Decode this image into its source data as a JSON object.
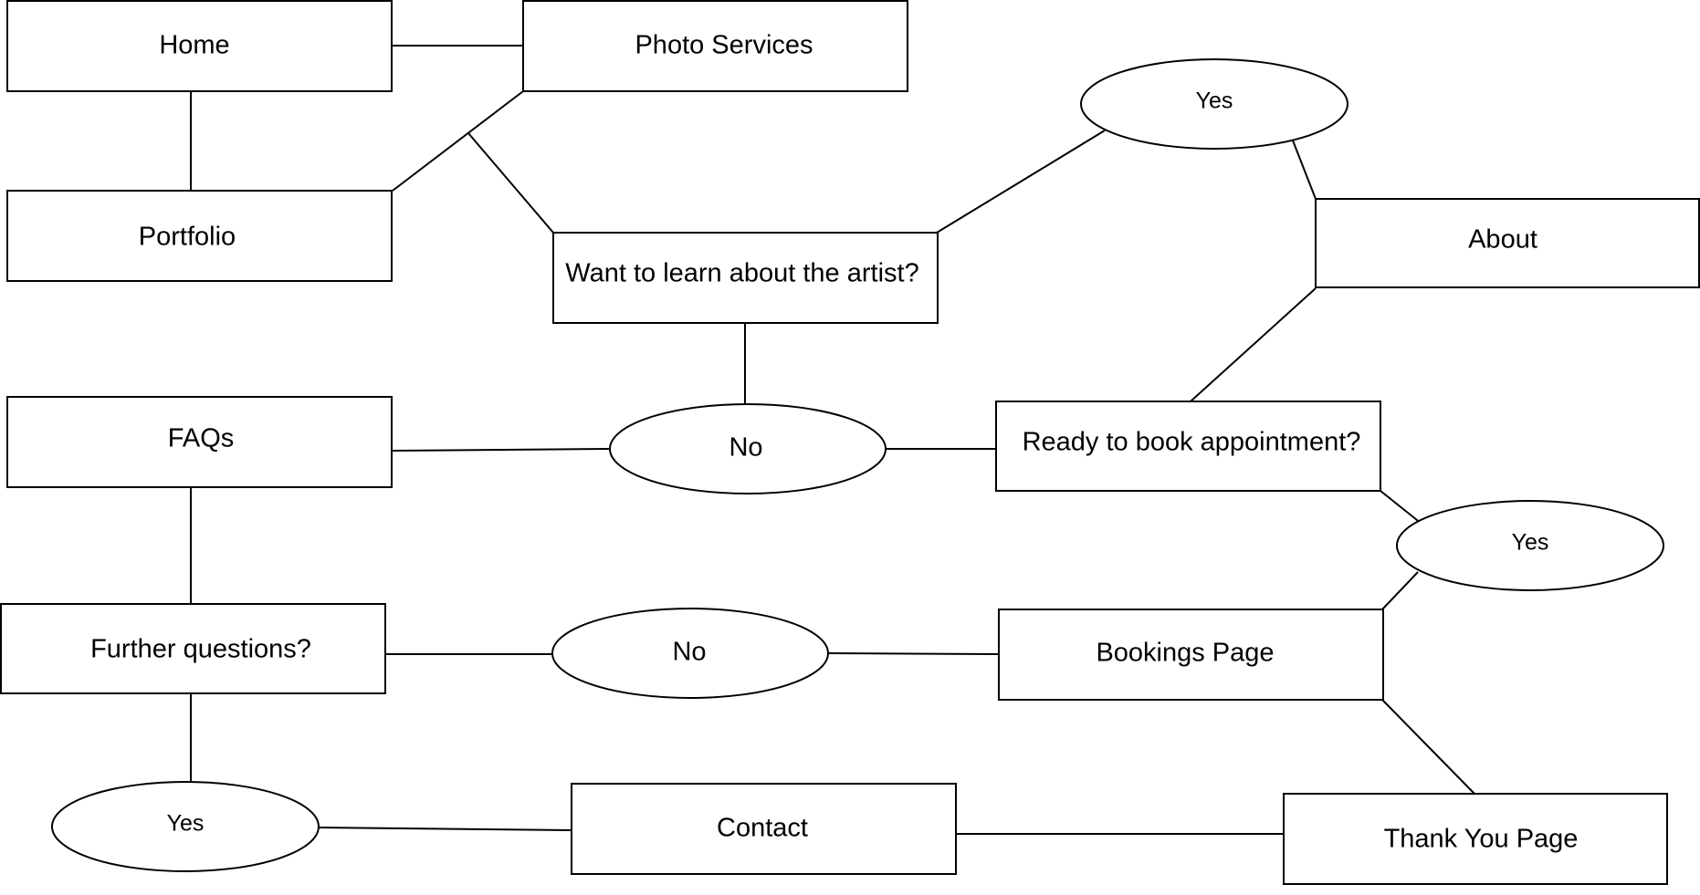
{
  "diagram": {
    "type": "flowchart",
    "nodes": {
      "home": {
        "label": "Home",
        "shape": "rectangle"
      },
      "photo_services": {
        "label": "Photo Services",
        "shape": "rectangle"
      },
      "portfolio": {
        "label": "Portfolio",
        "shape": "rectangle"
      },
      "learn_artist": {
        "label": "Want to learn about the artist?",
        "shape": "rectangle"
      },
      "yes_artist": {
        "label": "Yes",
        "shape": "oval"
      },
      "about": {
        "label": "About",
        "shape": "rectangle"
      },
      "no_artist": {
        "label": "No",
        "shape": "oval"
      },
      "faqs": {
        "label": "FAQs",
        "shape": "rectangle"
      },
      "ready_book": {
        "label": "Ready to book appointment?",
        "shape": "rectangle"
      },
      "yes_book": {
        "label": "Yes",
        "shape": "oval"
      },
      "further_questions": {
        "label": "Further questions?",
        "shape": "rectangle"
      },
      "no_questions": {
        "label": "No",
        "shape": "oval"
      },
      "bookings_page": {
        "label": "Bookings Page",
        "shape": "rectangle"
      },
      "yes_questions": {
        "label": "Yes",
        "shape": "oval"
      },
      "contact": {
        "label": "Contact",
        "shape": "rectangle"
      },
      "thank_you": {
        "label": "Thank You Page",
        "shape": "rectangle"
      }
    },
    "edges": [
      [
        "home",
        "photo_services"
      ],
      [
        "home",
        "portfolio"
      ],
      [
        "photo_services",
        "portfolio"
      ],
      [
        "photo_services",
        "learn_artist"
      ],
      [
        "learn_artist",
        "yes_artist"
      ],
      [
        "yes_artist",
        "about"
      ],
      [
        "learn_artist",
        "no_artist"
      ],
      [
        "about",
        "ready_book"
      ],
      [
        "no_artist",
        "faqs"
      ],
      [
        "no_artist",
        "ready_book"
      ],
      [
        "ready_book",
        "yes_book"
      ],
      [
        "yes_book",
        "bookings_page"
      ],
      [
        "faqs",
        "further_questions"
      ],
      [
        "further_questions",
        "no_questions"
      ],
      [
        "no_questions",
        "bookings_page"
      ],
      [
        "bookings_page",
        "thank_you"
      ],
      [
        "further_questions",
        "yes_questions"
      ],
      [
        "yes_questions",
        "contact"
      ],
      [
        "contact",
        "thank_you"
      ]
    ]
  }
}
